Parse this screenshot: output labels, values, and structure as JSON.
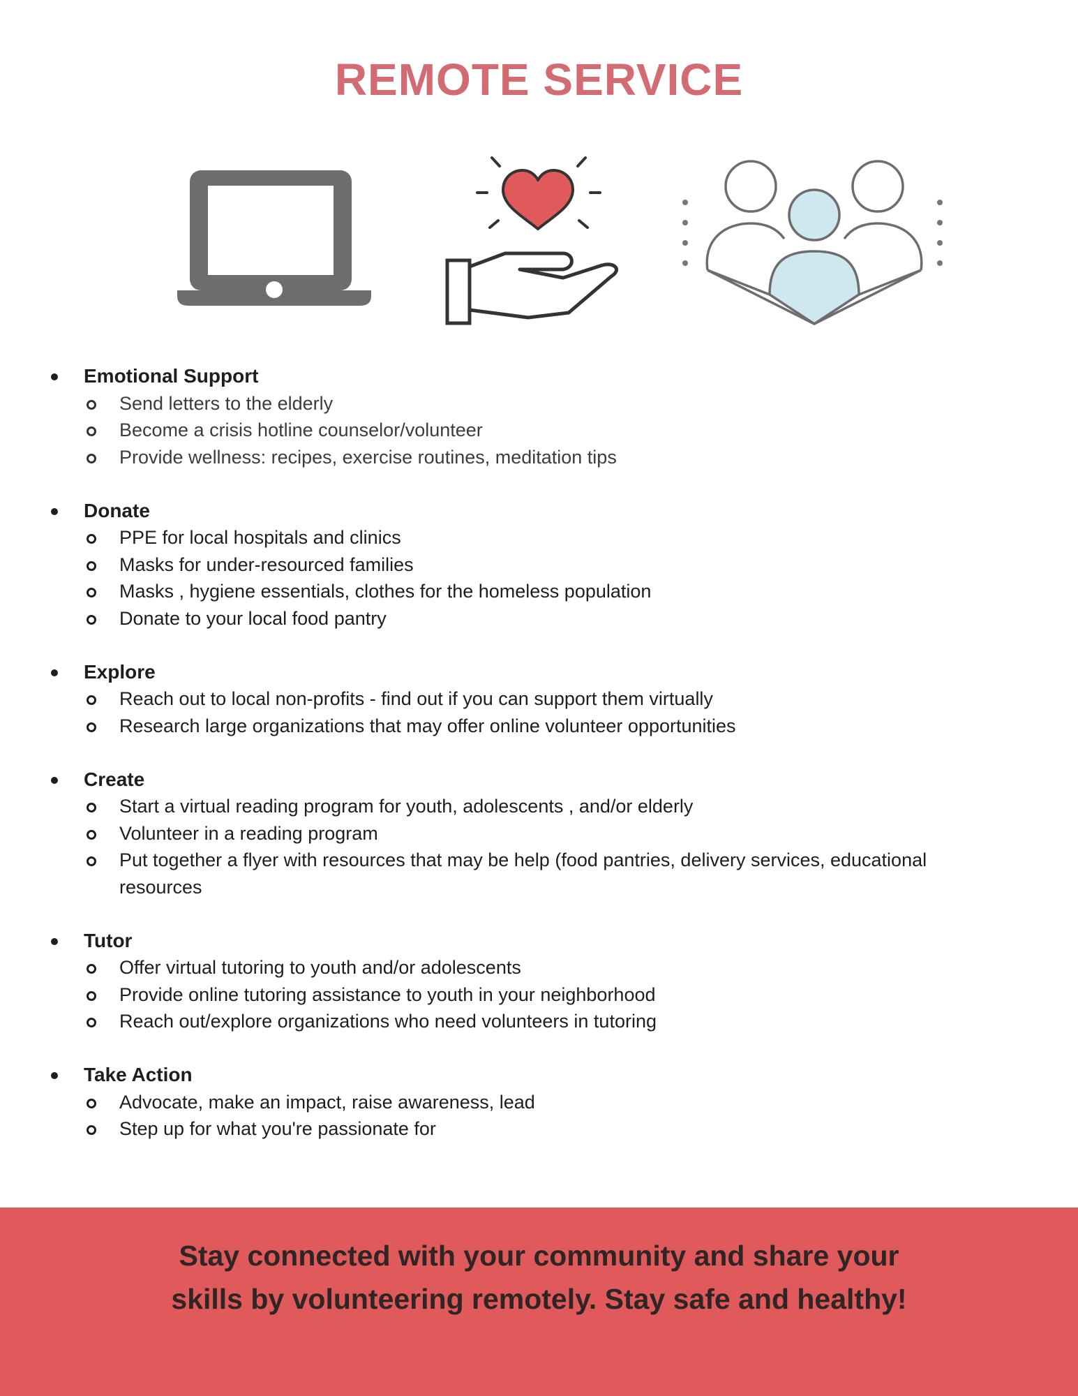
{
  "title": "REMOTE SERVICE",
  "icons": [
    {
      "name": "laptop-icon",
      "color": "#6d6d6d"
    },
    {
      "name": "heart-in-hand-icon",
      "color": "#e05a5c"
    },
    {
      "name": "community-people-icon",
      "color": "#cfe8ef"
    }
  ],
  "sections": [
    {
      "heading": "Emotional Support",
      "items": [
        "Send letters to the elderly",
        "Become a crisis hotline counselor/volunteer",
        "Provide wellness: recipes, exercise routines, meditation tips"
      ]
    },
    {
      "heading": "Donate",
      "items": [
        "PPE for local hospitals and clinics",
        "Masks for under-resourced families",
        "Masks , hygiene essentials, clothes for the homeless population",
        "Donate to your local food pantry"
      ]
    },
    {
      "heading": "Explore",
      "items": [
        "Reach out to local non-profits - find out if you can support them virtually",
        "Research large organizations that may offer online volunteer opportunities"
      ]
    },
    {
      "heading": "Create",
      "items": [
        "Start a virtual reading program for youth,  adolescents , and/or elderly",
        "Volunteer in a reading program",
        "Put together a flyer with  resources that may be help (food pantries, delivery services, educational resources"
      ]
    },
    {
      "heading": "Tutor",
      "items": [
        "Offer virtual tutoring to youth and/or adolescents",
        "Provide online tutoring assistance to youth in your neighborhood",
        "Reach out/explore organizations who need volunteers in tutoring"
      ]
    },
    {
      "heading": "Take Action",
      "items": [
        "Advocate, make an impact, raise awareness, lead",
        "Step up for what you're passionate for"
      ]
    }
  ],
  "footer": {
    "text": "Stay connected with your community and share your skills by volunteering remotely. Stay safe and healthy!",
    "background": "#e05a5c"
  }
}
